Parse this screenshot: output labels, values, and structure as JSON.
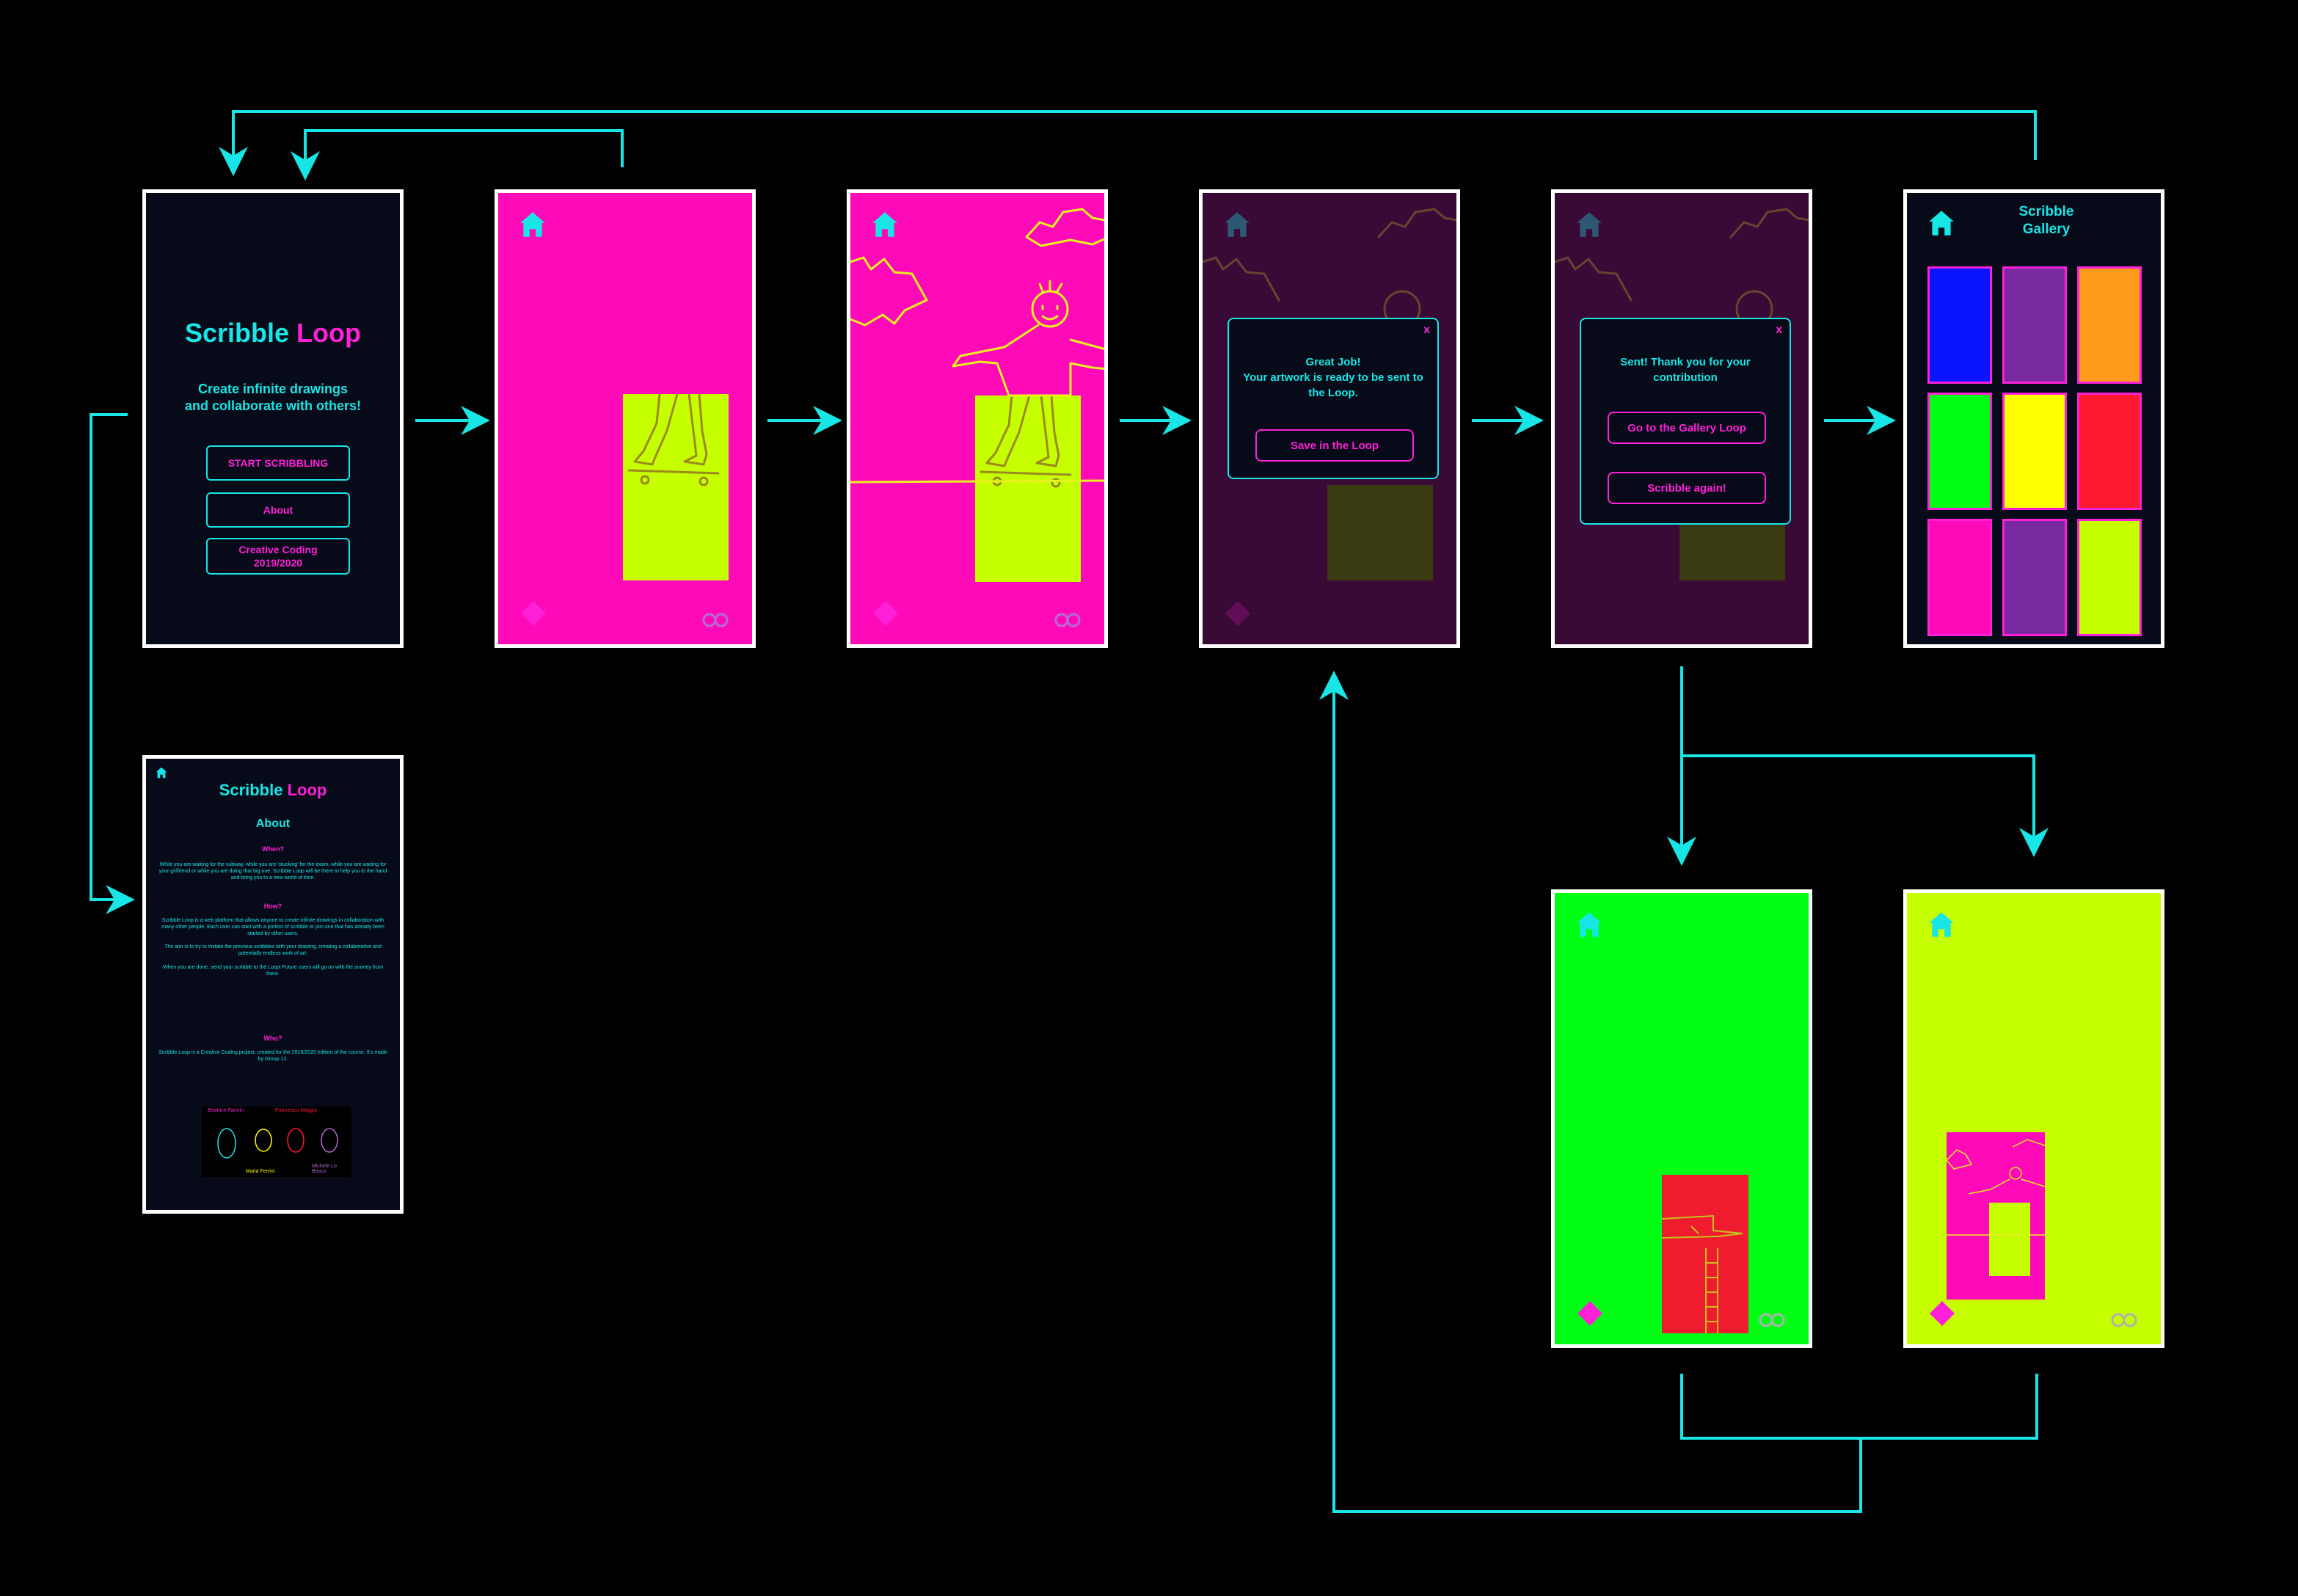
{
  "home_screen": {
    "logo_part1": "Scribble ",
    "logo_part2": "Loop",
    "tagline_line1": "Create infinite drawings",
    "tagline_line2": "and collaborate with others!",
    "start_button": "START SCRIBBLING",
    "about_button": "About",
    "course_button_line1": "Creative Coding",
    "course_button_line2": "2019/2020"
  },
  "save_modal": {
    "title": "Great Job!",
    "message": "Your artwork is ready to be sent to the Loop.",
    "save_button": "Save in the Loop",
    "close": "x"
  },
  "sent_modal": {
    "message": "Sent! Thank you for your contribution",
    "gallery_button": "Go to the Gallery Loop",
    "again_button": "Scribble again!",
    "close": "x"
  },
  "gallery_screen": {
    "title_line1": "Scribble",
    "title_line2": "Gallery",
    "tile_colors": [
      "#0a14ff",
      "#7a2aa0",
      "#ff9a1a",
      "#00ff14",
      "#ffff00",
      "#ff1a30",
      "#ff0ab8",
      "#7a2aa0",
      "#c6ff00"
    ]
  },
  "about_screen": {
    "logo_part1": "Scribble ",
    "logo_part2": "Loop",
    "title": "About",
    "when_heading": "When?",
    "when_text": "While you are waiting for the subway, while you are 'stucking' for the exam, while you are waiting for your girlfriend or while you are doing that big one, Scribble Loop will be there to help you to the hand and bring you to a new world of time.",
    "how_heading": "How?",
    "how_text": "Scribble Loop is a web platform that allows anyone to create infinite drawings in collaboration with many other people. Each user can start with a portion of scribble or join one that has already been started by other users.",
    "how_text2": "The aim is to try to imitate the previous scribbles with your drawing, creating a collaborative and potentially endless work of art.",
    "how_text3": "When you are done, send your scribble to the Loop! Future users will go on with the journey from there.",
    "who_heading": "Who?",
    "who_text": "Scribble Loop is a Creative Coding project, created for the 2019/2020 edition of the course. It's made by Group 12.",
    "team": [
      "Beatrice Farinin",
      "Francesco Maggio",
      "Maria Ferrini",
      "Michele Lo Bosco"
    ]
  },
  "colors": {
    "background": "#000000",
    "arrow": "#18e6e6",
    "accent_cyan": "#18e6e6",
    "accent_magenta": "#ff20d8",
    "canvas_pink": "#ff0ab8",
    "canvas_lime": "#c6ff00",
    "canvas_green": "#00ff14",
    "drawing_yellow": "#e8f020",
    "red_block": "#ee1c2e"
  },
  "icons": [
    "home-icon",
    "eraser-icon",
    "loop-icon",
    "close-icon",
    "arrow-icon"
  ]
}
